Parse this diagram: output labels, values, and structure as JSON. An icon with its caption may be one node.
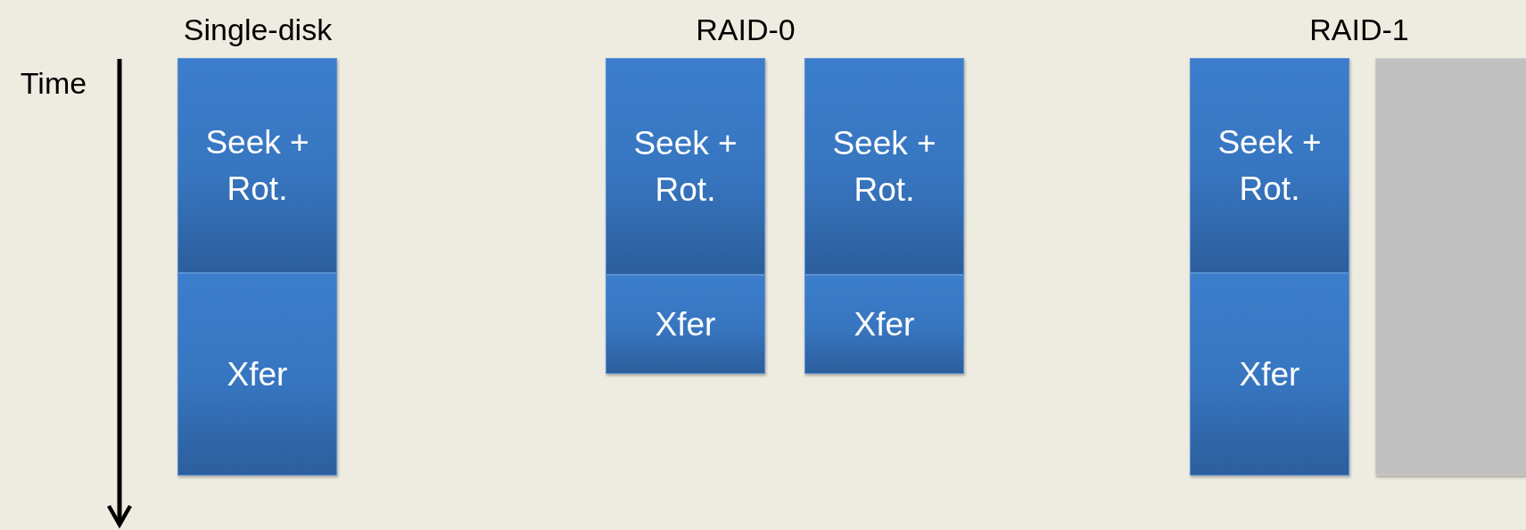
{
  "diagram": {
    "nodes": [
      {
        "text": [
          "Seek + Rot."
        ]
      },
      {
        "text": [
          "Xfer"
        ]
      },
      {
        "text": [
          "Seek + Rot."
        ]
      },
      {
        "text": [
          "Xfer"
        ]
      },
      {
        "text": [
          "Seek + Rot."
        ]
      },
      {
        "text": [
          "Xfer"
        ]
      },
      {
        "text": [
          "Seek + Rot."
        ]
      },
      {
        "text": [
          "Xfer"
        ]
      },
      {
        "text": [],
        "shape": "box"
      }
    ],
    "labels": [
      "Single-disk",
      "RAID-0",
      "RAID-1",
      "Time"
    ]
  }
}
